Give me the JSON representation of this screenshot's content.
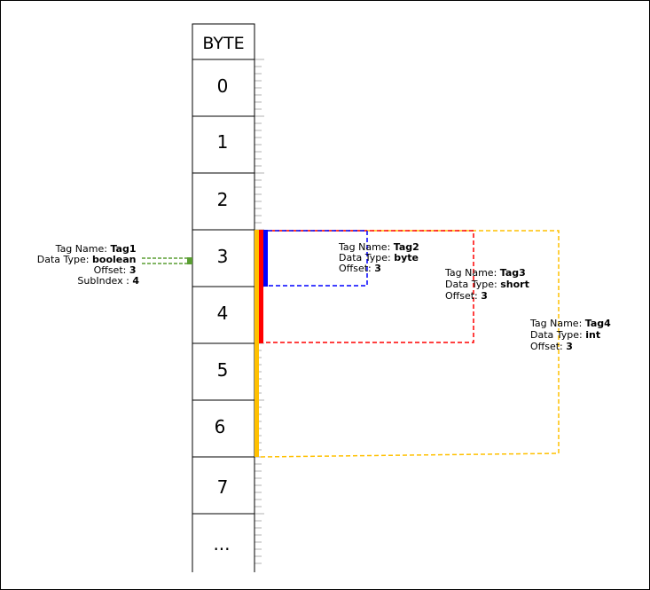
{
  "column_header": "BYTE",
  "cells": [
    "0",
    "1",
    "2",
    "3",
    "4",
    "5",
    "6",
    "7",
    "..."
  ],
  "tags": [
    {
      "id": "tag1",
      "color": "#5a9e32",
      "lines": [
        {
          "label": "Tag Name: ",
          "value": "Tag1"
        },
        {
          "label": "Data Type: ",
          "value": "boolean"
        },
        {
          "label": "Offset: ",
          "value": "3"
        },
        {
          "label": "SubIndex : ",
          "value": "4"
        }
      ]
    },
    {
      "id": "tag2",
      "color": "#0000ff",
      "lines": [
        {
          "label": "Tag Name: ",
          "value": "Tag2"
        },
        {
          "label": "Data Type: ",
          "value": "byte"
        },
        {
          "label": "Offset: ",
          "value": "3"
        }
      ]
    },
    {
      "id": "tag3",
      "color": "#ff0000",
      "lines": [
        {
          "label": "Tag Name: ",
          "value": "Tag3"
        },
        {
          "label": "Data Type: ",
          "value": "short"
        },
        {
          "label": "Offset: ",
          "value": "3"
        }
      ]
    },
    {
      "id": "tag4",
      "color": "#ffc000",
      "lines": [
        {
          "label": "Tag Name: ",
          "value": "Tag4"
        },
        {
          "label": "Data Type: ",
          "value": "int"
        },
        {
          "label": "Offset: ",
          "value": "3"
        }
      ]
    }
  ]
}
